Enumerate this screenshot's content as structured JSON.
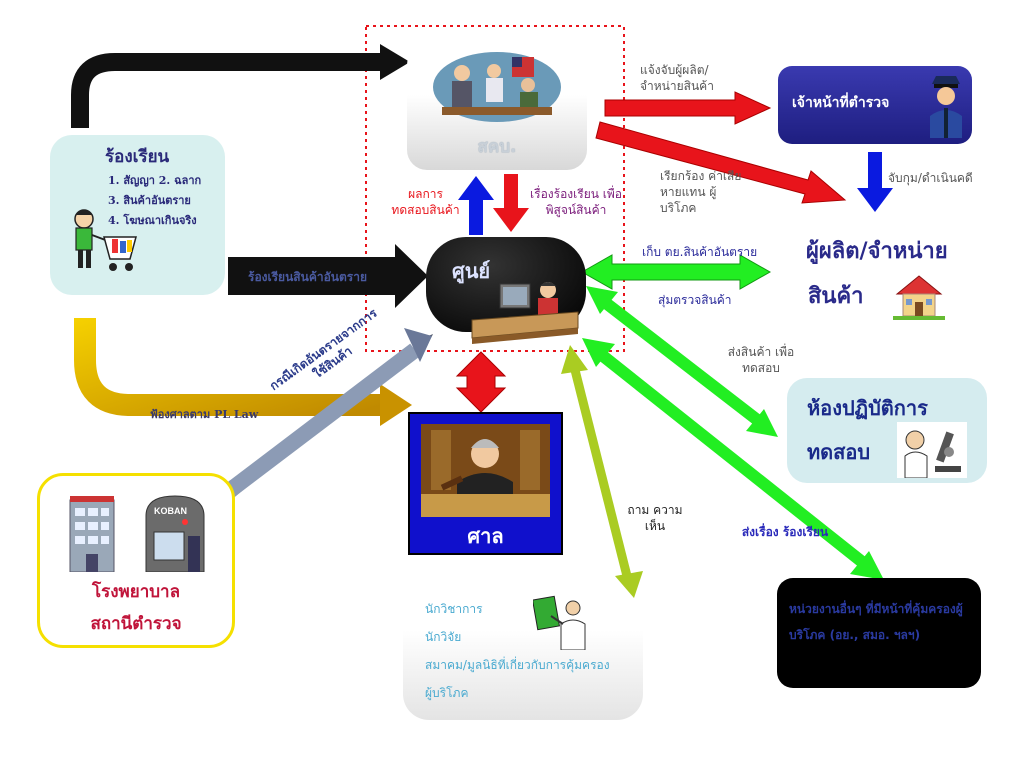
{
  "colors": {
    "red": "#e8141b",
    "blue": "#0a1ae0",
    "green": "#22ee22",
    "black": "#111111",
    "gold": "#e0b000",
    "slate": "#7788aa",
    "lime": "#aacc22",
    "police_box": "#2a2a9a",
    "court_box": "#1010cc",
    "purple_text": "#7a1a7a",
    "label_gray": "#555555",
    "label_dark": "#333366"
  },
  "nodes": {
    "complaint": {
      "title": "ร้องเรียน",
      "items": [
        "1. สัญญา 2. ฉลาก",
        "3. สินค้าอันตราย",
        "4. โฆษณาเกินจริง"
      ],
      "icon": "shopper-cart-icon"
    },
    "ocpb": {
      "label": "สคบ.",
      "icon": "meeting-scene-icon"
    },
    "police": {
      "label": "เจ้าหน้าที่ตำรวจ",
      "icon": "police-officer-icon"
    },
    "center": {
      "label": "ศูนย์",
      "icon": "officer-at-desk-icon"
    },
    "producer": {
      "line1": "ผู้ผลิต/จำหน่าย",
      "line2": "สินค้า",
      "icon": "house-icon"
    },
    "lab": {
      "line1": "ห้องปฏิบัติการ",
      "line2": "ทดสอบ",
      "icon": "microscope-icon"
    },
    "court": {
      "label": "ศาล",
      "icon": "judge-icon"
    },
    "hospital": {
      "line1": "โรงพยาบาล",
      "line2": "สถานีตำรวจ",
      "icon": "hospital-building-icon",
      "koban_icon": "koban-station-icon",
      "koban_text": "KOBAN"
    },
    "experts": {
      "lines": [
        "นักวิชาการ",
        "นักวิจัย",
        "สมาคม/มูลนิธิที่เกี่ยวกับการคุ้มครอง",
        "ผู้บริโภค"
      ],
      "icon": "presenter-board-icon"
    },
    "agencies": {
      "text": "หน่วยงานอื่นๆ ที่มีหน้าที่คุ้มครองผู้บริโภค (อย., สมอ. ฯลฯ)"
    }
  },
  "arrow_labels": {
    "notify_arrest": "แจ้งจับผู้ผลิต/ จำหน่ายสินค้า",
    "claim_damages": "เรียกร้อง ค่าเสียหายแทน ผู้บริโภค",
    "arrest": "จับกุม/ดำเนินคดี",
    "test_result": "ผลการ ทดสอบสินค้า",
    "complaint_prove": "เรื่องร้องเรียน เพื่อพิสูจน์สินค้า",
    "dangerous_complaint": "ร้องเรียนสินค้าอันตราย",
    "collect_dangerous": "เก็บ ตย.สินค้าอันตราย",
    "sample_products": "สุ่มตรวจสินค้า",
    "send_for_test": "ส่งสินค้า เพื่อทดสอบ",
    "injury_cases": "กรณีเกิดอันตรายจากการ ใช้สินค้า",
    "sue_pl_law": "ฟ้องศาลตาม PL Law",
    "ask_opinion": "ถาม ความเห็น",
    "forward_complaint": "ส่งเรื่อง ร้องเรียน"
  }
}
